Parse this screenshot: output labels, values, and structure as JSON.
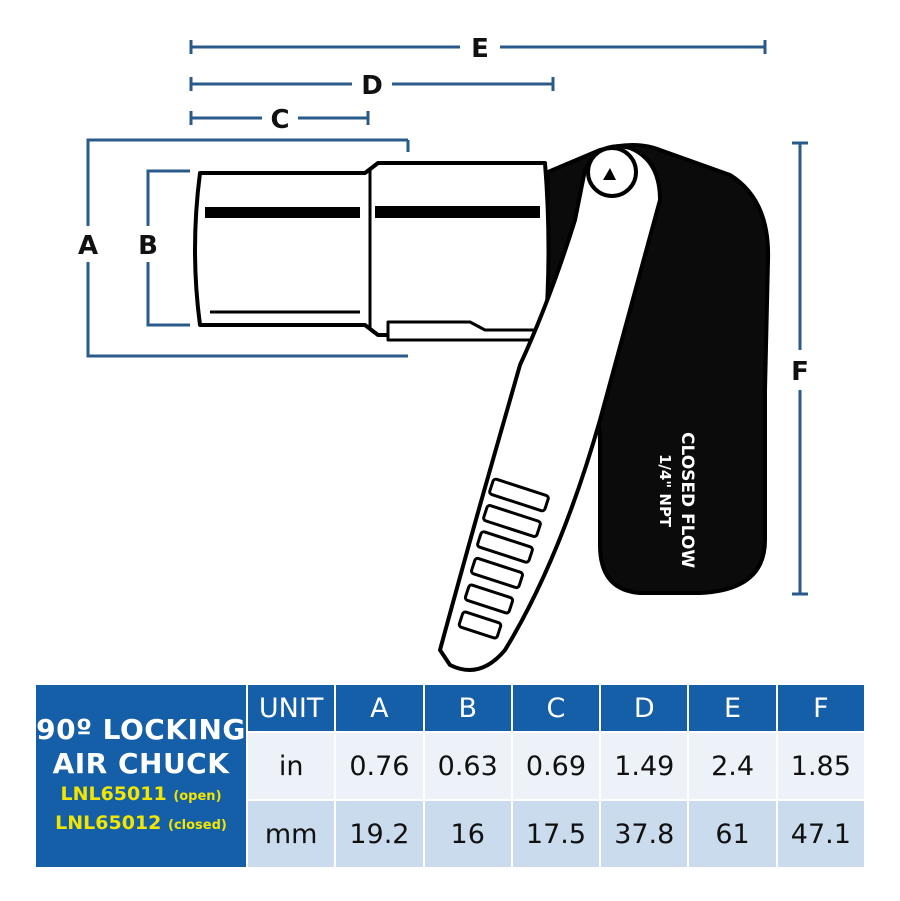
{
  "dimension_labels": [
    "A",
    "B",
    "C",
    "D",
    "E",
    "F"
  ],
  "body_text": {
    "line1": "CLOSED FLOW",
    "line2": "1/4\" NPT"
  },
  "table": {
    "title_line1": "90º LOCKING",
    "title_line2": "AIR CHUCK",
    "model_open": "LNL65011",
    "model_open_note": "(open)",
    "model_closed": "LNL65012",
    "model_closed_note": "(closed)",
    "headers": [
      "UNIT",
      "A",
      "B",
      "C",
      "D",
      "E",
      "F"
    ],
    "rows": [
      [
        "in",
        "0.76",
        "0.63",
        "0.69",
        "1.49",
        "2.4",
        "1.85"
      ],
      [
        "mm",
        "19.2",
        "16",
        "17.5",
        "37.8",
        "61",
        "47.1"
      ]
    ]
  },
  "colors": {
    "header_blue": "#155ea8",
    "dimension_line": "#2a5a8a",
    "model_yellow": "#f2e600",
    "row_in": "#ecf2f8",
    "row_mm": "#c9dbec"
  }
}
